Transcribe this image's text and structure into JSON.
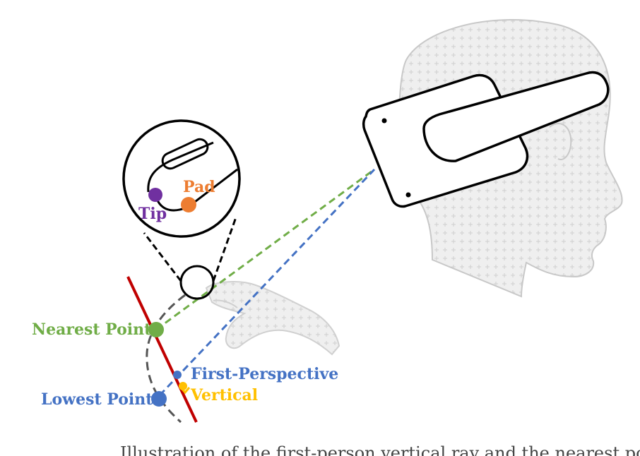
{
  "labels": {
    "pad": "Pad",
    "tip": "Tip",
    "nearest_point": "Nearest Point",
    "lowest_point": "Lowest Point",
    "first_perspective": "First-Perspective",
    "vertical": "Vertical"
  },
  "caption": {
    "text": "Illustration of the first-person vertical ray and the nearest point"
  },
  "colors": {
    "nearest": "#70ad47",
    "lowest": "#4472c4",
    "pad": "#ed7d31",
    "tip": "#7030a0",
    "vertical": "#ffc000",
    "red_line": "#c00000",
    "outline": "#000000",
    "ghost": "#d9d9d9"
  },
  "icons": [
    "vr-headset-icon",
    "head-silhouette-icon",
    "hand-silhouette-icon",
    "magnifier-circle-icon"
  ]
}
